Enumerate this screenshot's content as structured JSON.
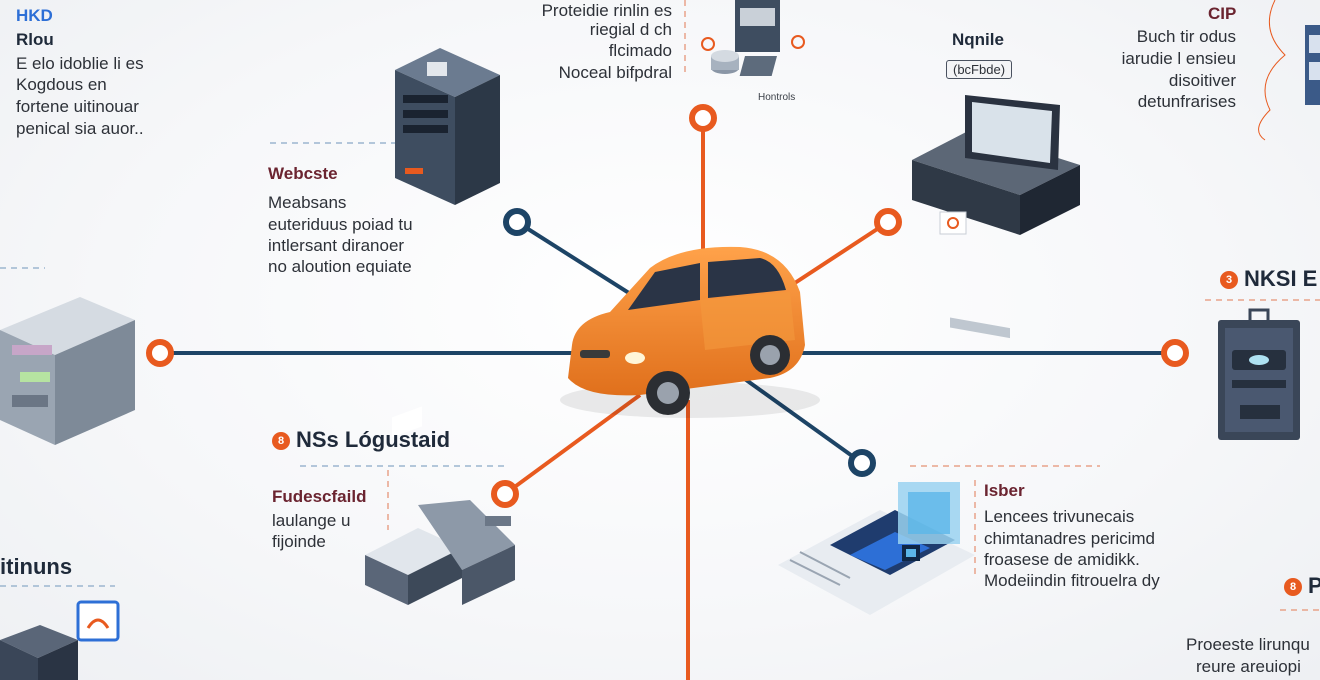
{
  "colors": {
    "orange": "#e85a1f",
    "navy": "#1d4466",
    "car": "#f28a2e",
    "server": "#3b4a5c",
    "accent_blue": "#2d6fd6",
    "divider": "#e8a38a"
  },
  "center": {
    "icon": "car-icon"
  },
  "nodes": {
    "top_left": {
      "title": "HKD",
      "subtitle": "Rlou",
      "lines": [
        "E elo idoblie li es",
        "Kogdous en",
        "fortene uitinouar",
        "penical sia auor.."
      ]
    },
    "top_center": {
      "lines": [
        "Proteidie rinlin es",
        "riegial d ch",
        "flcimado",
        "Noceal bifpdral"
      ],
      "icon_caption": "Hontrols"
    },
    "top_right_monitor": {
      "title": "Nqnile",
      "pill": "(bcFbde)"
    },
    "top_right_text": {
      "title": "CIP",
      "lines": [
        "Buch tir odus",
        "iarudie l ensieu",
        "disoitiver",
        "detunfrarises"
      ]
    },
    "website": {
      "title": "Webcste",
      "lines": [
        "Meabsans",
        "euteriduus poiad tu",
        "intlersant diranoer",
        "no aloution equiate"
      ]
    },
    "right_mid": {
      "badge": "3",
      "title": "NKSI E"
    },
    "bottom_left_center": {
      "badge": "8",
      "title": "NSs Lógustaid",
      "subtitle": "Fudescfaild",
      "lines": [
        "laulange u",
        "fijoinde"
      ]
    },
    "bottom_right": {
      "title": "Isber",
      "lines": [
        "Lencees trivunecais",
        "chimtanadres pericimd",
        "froasese de amidikk.",
        "Modeiindin fitrouelra dy"
      ]
    },
    "bottom_left_edge": {
      "title": "itinuns"
    },
    "bottom_right_edge": {
      "badge": "8",
      "title": "P",
      "lines": [
        "Proeeste lirunqu",
        "reure areuiopi"
      ]
    }
  }
}
